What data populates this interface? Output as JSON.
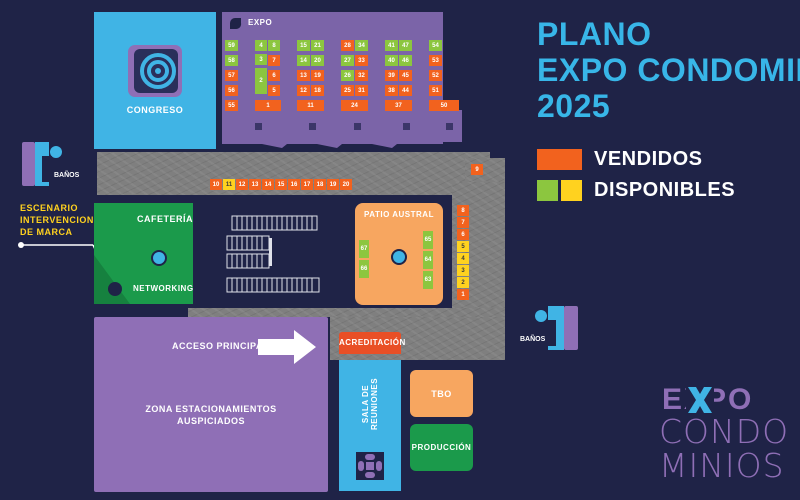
{
  "title": {
    "line1": "PLANO",
    "line2": "EXPO CONDOMINIOS",
    "line3": "2025"
  },
  "legend": {
    "sold": "VENDIDOS",
    "available": "DISPONIBLES"
  },
  "colors": {
    "background": "#1f2347",
    "sold": "#f2621e",
    "available_green": "#8cc63f",
    "available_yellow": "#ffd21f",
    "expo_hall": "#7b64a8",
    "congreso": "#40b4e5",
    "cafeteria": "#1b9a4b",
    "patio": "#f7a660",
    "title": "#38b6e8",
    "accreditation": "#e94f26",
    "logo_purple": "#8f6fb6"
  },
  "areas": {
    "congreso": "CONGRESO",
    "expo": "EXPO",
    "cafeteria": "CAFETERÍA",
    "networking": "NETWORKING",
    "patio_austral": "PATIO AUSTRAL",
    "acceso_principal": "ACCESO PRINCIPAL",
    "acreditacion": "ACREDITACIÓN",
    "zona_estacionamientos_1": "ZONA ESTACIONAMIENTOS",
    "zona_estacionamientos_2": "AUSPICIADOS",
    "sala_reuniones": "SALA DE REUNIONES",
    "tbo": "TBO",
    "produccion": "PRODUCCIÓN",
    "banos_left": "BAÑOS",
    "banos_right": "BAÑOS",
    "escenario_1": "ESCENARIO",
    "escenario_2": "INTERVENCIONES",
    "escenario_3": "DE MARCA"
  },
  "logo": {
    "line1": "EXPO",
    "line2": "CONDO",
    "line3": "MINIOS"
  },
  "booths": {
    "expo_col1": [
      {
        "n": "59",
        "s": "avail-g"
      },
      {
        "n": "58",
        "s": "avail-g"
      },
      {
        "n": "57",
        "s": "sold"
      },
      {
        "n": "56",
        "s": "sold"
      },
      {
        "n": "55",
        "s": "sold"
      }
    ],
    "expo_col2a": [
      {
        "n": "4",
        "s": "avail-g"
      },
      {
        "n": "3",
        "s": "avail-g"
      },
      {
        "n": "2",
        "s": "avail-g"
      }
    ],
    "expo_col2b": [
      {
        "n": "8",
        "s": "avail-g"
      },
      {
        "n": "7",
        "s": "sold"
      },
      {
        "n": "6",
        "s": "sold"
      },
      {
        "n": "5",
        "s": "sold"
      }
    ],
    "expo_1": {
      "n": "1",
      "s": "sold"
    },
    "expo_col3a": [
      {
        "n": "15",
        "s": "avail-g"
      },
      {
        "n": "14",
        "s": "avail-g"
      },
      {
        "n": "13",
        "s": "sold"
      },
      {
        "n": "12",
        "s": "sold"
      }
    ],
    "expo_col3b": [
      {
        "n": "21",
        "s": "avail-g"
      },
      {
        "n": "20",
        "s": "avail-g"
      },
      {
        "n": "19",
        "s": "sold"
      },
      {
        "n": "18",
        "s": "sold"
      }
    ],
    "expo_11": {
      "n": "11",
      "s": "sold"
    },
    "expo_col4a": [
      {
        "n": "28",
        "s": "sold"
      },
      {
        "n": "27",
        "s": "avail-g"
      },
      {
        "n": "26",
        "s": "avail-g"
      },
      {
        "n": "25",
        "s": "sold"
      }
    ],
    "expo_col4b": [
      {
        "n": "34",
        "s": "avail-g"
      },
      {
        "n": "33",
        "s": "sold"
      },
      {
        "n": "32",
        "s": "sold"
      },
      {
        "n": "31",
        "s": "sold"
      }
    ],
    "expo_24": {
      "n": "24",
      "s": "sold"
    },
    "expo_col5a": [
      {
        "n": "41",
        "s": "avail-g"
      },
      {
        "n": "40",
        "s": "avail-g"
      },
      {
        "n": "39",
        "s": "sold"
      },
      {
        "n": "38",
        "s": "sold"
      }
    ],
    "expo_col5b": [
      {
        "n": "47",
        "s": "avail-g"
      },
      {
        "n": "46",
        "s": "avail-g"
      },
      {
        "n": "45",
        "s": "sold"
      },
      {
        "n": "44",
        "s": "sold"
      }
    ],
    "expo_37": {
      "n": "37",
      "s": "sold"
    },
    "expo_col6": [
      {
        "n": "54",
        "s": "avail-g"
      },
      {
        "n": "53",
        "s": "sold"
      },
      {
        "n": "52",
        "s": "sold"
      },
      {
        "n": "51",
        "s": "sold"
      }
    ],
    "expo_50": {
      "n": "50",
      "s": "sold"
    },
    "corridor_row": [
      {
        "n": "10",
        "s": "sold"
      },
      {
        "n": "11",
        "s": "avail-y"
      },
      {
        "n": "12",
        "s": "sold"
      },
      {
        "n": "13",
        "s": "sold"
      },
      {
        "n": "14",
        "s": "sold"
      },
      {
        "n": "15",
        "s": "sold"
      },
      {
        "n": "16",
        "s": "sold"
      },
      {
        "n": "17",
        "s": "sold"
      },
      {
        "n": "18",
        "s": "sold"
      },
      {
        "n": "19",
        "s": "sold"
      },
      {
        "n": "20",
        "s": "sold"
      }
    ],
    "corridor_9": {
      "n": "9",
      "s": "sold"
    },
    "right_col": [
      {
        "n": "8",
        "s": "sold"
      },
      {
        "n": "7",
        "s": "sold"
      },
      {
        "n": "6",
        "s": "sold"
      },
      {
        "n": "5",
        "s": "avail-y"
      },
      {
        "n": "4",
        "s": "avail-y"
      },
      {
        "n": "3",
        "s": "avail-y"
      },
      {
        "n": "2",
        "s": "avail-y"
      },
      {
        "n": "1",
        "s": "sold"
      }
    ],
    "patio_left": [
      {
        "n": "67",
        "s": "avail-g"
      },
      {
        "n": "66",
        "s": "avail-g"
      }
    ],
    "patio_right": [
      {
        "n": "65",
        "s": "avail-g"
      },
      {
        "n": "64",
        "s": "avail-g"
      },
      {
        "n": "63",
        "s": "avail-g"
      }
    ]
  }
}
